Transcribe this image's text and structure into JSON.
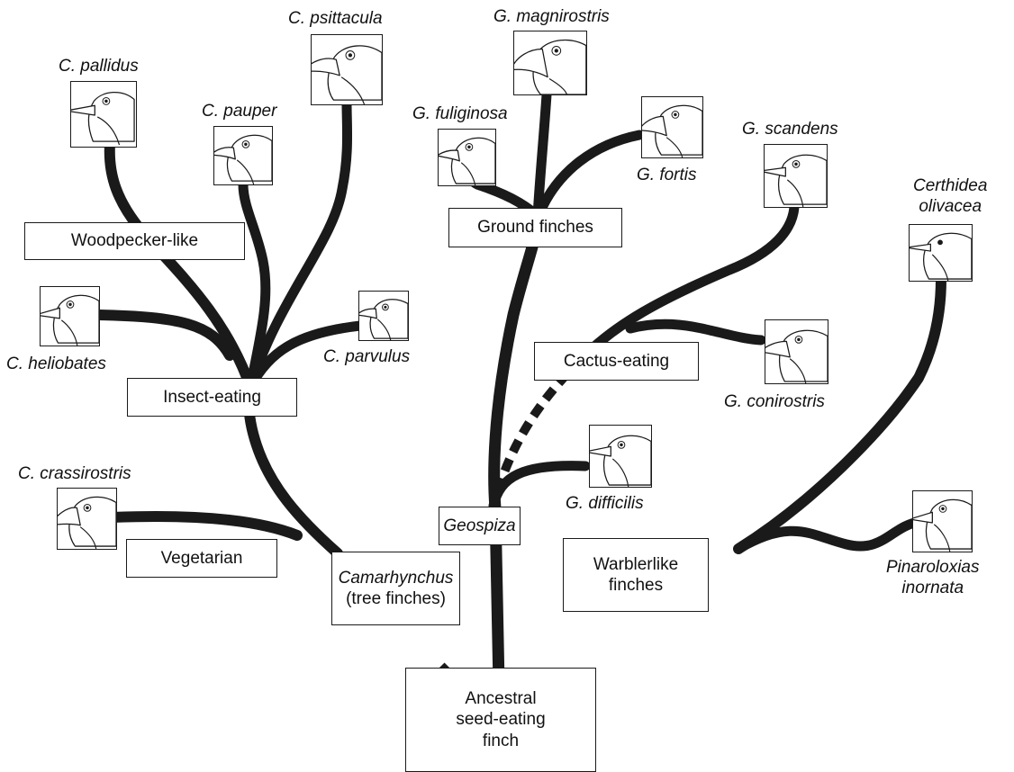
{
  "groups": {
    "woodpecker": "Woodpecker-like",
    "insect": "Insect-eating",
    "vegetarian": "Vegetarian",
    "camarhynchus_name": "Camarhynchus",
    "camarhynchus_sub": "(tree finches)",
    "geospiza": "Geospiza",
    "ground": "Ground finches",
    "cactus": "Cactus-eating",
    "warbler": "Warblerlike\nfinches",
    "ancestor": "Ancestral\nseed-eating\nfinch"
  },
  "species": {
    "pallidus": "C. pallidus",
    "psittacula": "C. psittacula",
    "pauper": "C. pauper",
    "heliobates": "C. heliobates",
    "parvulus": "C. parvulus",
    "crassirostris": "C. crassirostris",
    "magnirostris": "G. magnirostris",
    "fuliginosa": "G. fuliginosa",
    "fortis": "G. fortis",
    "scandens": "G. scandens",
    "olivacea": "Certhidea\nolivacea",
    "conirostris": "G. conirostris",
    "difficilis": "G. difficilis",
    "inornata": "Pinaroloxias\ninornata"
  },
  "colors": {
    "line": "#1a1a1a",
    "background": "#ffffff"
  }
}
